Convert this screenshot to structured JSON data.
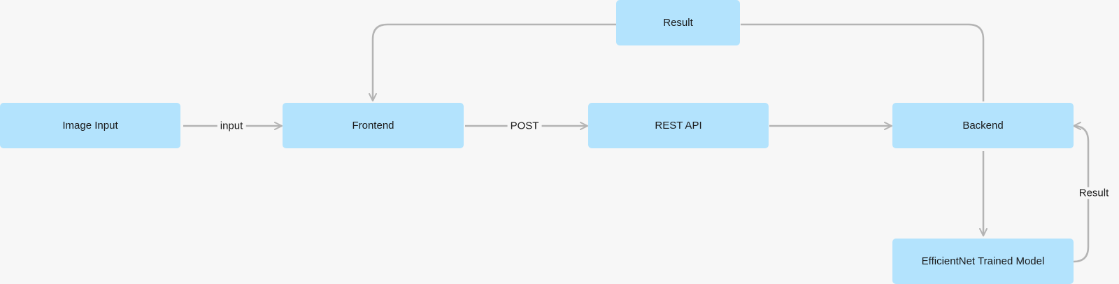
{
  "colors": {
    "background": "#f7f7f7",
    "node_fill": "#b3e3fd",
    "edge_stroke": "#b4b4b4",
    "text": "#1a1a1a"
  },
  "nodes": {
    "image_input": "Image Input",
    "frontend": "Frontend",
    "rest_api": "REST API",
    "backend": "Backend",
    "result": "Result",
    "model": "EfficientNet Trained Model"
  },
  "edges": {
    "input": "input",
    "post": "POST",
    "model_result": "Result"
  }
}
